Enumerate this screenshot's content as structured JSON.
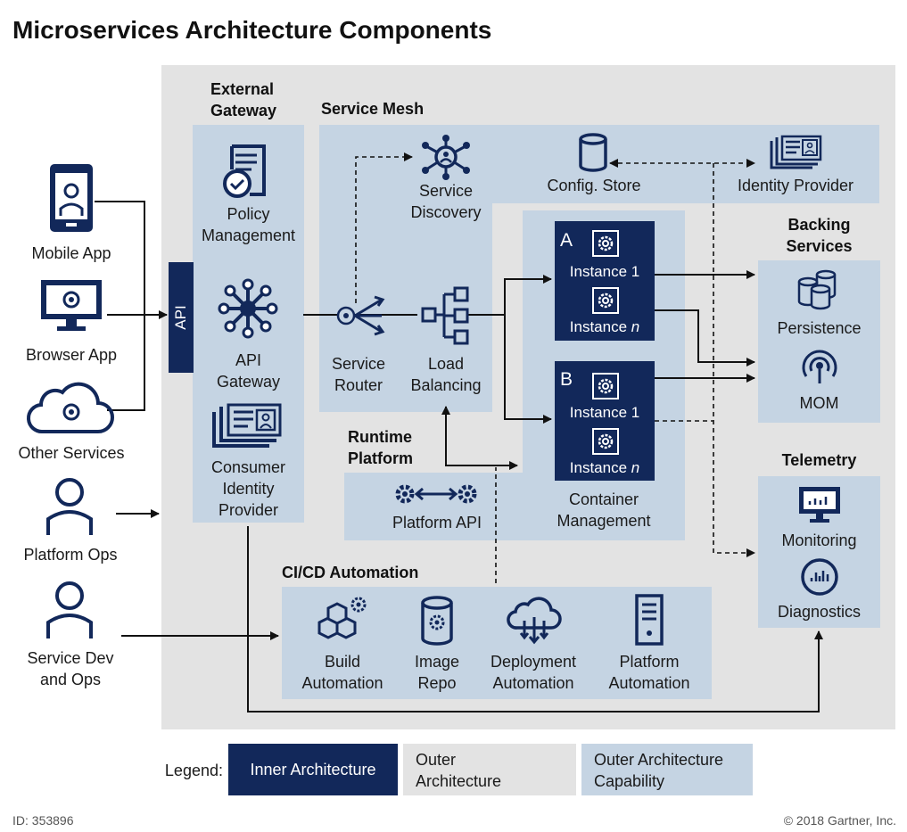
{
  "title": "Microservices Architecture Components",
  "clients": {
    "mobile_app": "Mobile App",
    "browser_app": "Browser App",
    "other_services": "Other Services",
    "platform_ops": "Platform Ops",
    "service_dev_ops_1": "Service Dev",
    "service_dev_ops_2": "and Ops"
  },
  "api_label": "API",
  "external_gateway": {
    "heading_1": "External",
    "heading_2": "Gateway",
    "policy_1": "Policy",
    "policy_2": "Management",
    "api_gw_1": "API",
    "api_gw_2": "Gateway",
    "cip_1": "Consumer",
    "cip_2": "Identity",
    "cip_3": "Provider"
  },
  "service_mesh": {
    "heading": "Service Mesh",
    "discovery_1": "Service",
    "discovery_2": "Discovery",
    "config_store": "Config. Store",
    "identity_provider": "Identity Provider",
    "router_1": "Service",
    "router_2": "Router",
    "lb_1": "Load",
    "lb_2": "Balancing"
  },
  "containers": {
    "a_letter": "A",
    "b_letter": "B",
    "instance_1": "Instance 1",
    "instance_n_prefix": "Instance ",
    "instance_n_suffix": "n",
    "mgmt_1": "Container",
    "mgmt_2": "Management"
  },
  "runtime": {
    "heading_1": "Runtime",
    "heading_2": "Platform",
    "platform_api": "Platform API"
  },
  "backing": {
    "heading_1": "Backing",
    "heading_2": "Services",
    "persistence": "Persistence",
    "mom": "MOM"
  },
  "telemetry": {
    "heading": "Telemetry",
    "monitoring": "Monitoring",
    "diagnostics": "Diagnostics"
  },
  "cicd": {
    "heading": "CI/CD Automation",
    "build_1": "Build",
    "build_2": "Automation",
    "image_1": "Image",
    "image_2": "Repo",
    "deploy_1": "Deployment",
    "deploy_2": "Automation",
    "platform_1": "Platform",
    "platform_2": "Automation"
  },
  "legend": {
    "label": "Legend:",
    "inner": "Inner Architecture",
    "outer_1": "Outer",
    "outer_2": "Architecture",
    "cap_1": "Outer Architecture",
    "cap_2": "Capability"
  },
  "footer": {
    "id": "ID: 353896",
    "copyright": "© 2018 Gartner, Inc."
  },
  "colors": {
    "inner": "#12285a",
    "outer": "#e3e3e3",
    "capability": "#c5d4e3",
    "icon": "#12285a"
  }
}
